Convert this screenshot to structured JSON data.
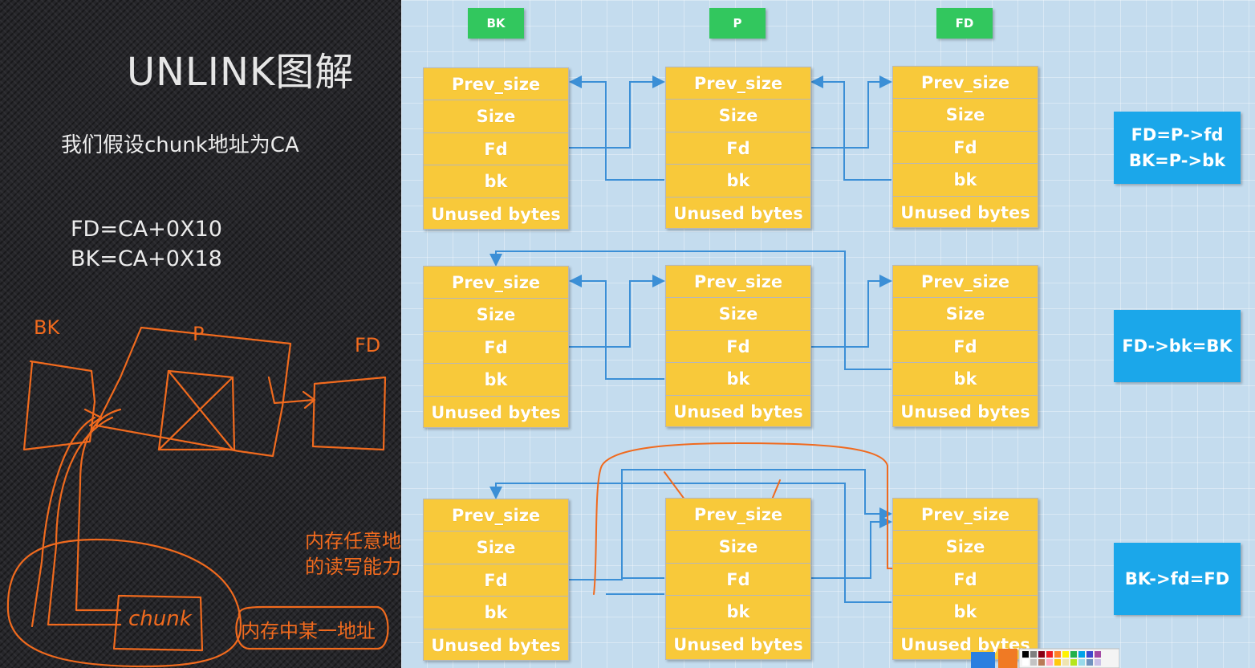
{
  "title": "UNLINK图解",
  "assumption": "我们假设chunk地址为CA",
  "formulas": [
    "FD=CA+0X10",
    "BK=CA+0X18"
  ],
  "hand_labels": {
    "bk": "BK",
    "p": "P",
    "fd": "FD",
    "chunk": "chunk",
    "memory_addr": "内存中某一地址",
    "rw_line1": "内存任意地址",
    "rw_line2": "的读写能力"
  },
  "tags": [
    "BK",
    "P",
    "FD"
  ],
  "chunk_fields": [
    "Prev_size",
    "Size",
    "Fd",
    "bk",
    "Unused bytes"
  ],
  "operations": [
    [
      "FD=P->fd",
      "BK=P->bk"
    ],
    [
      "FD->bk=BK"
    ],
    [
      "BK->fd=FD"
    ]
  ],
  "colors": {
    "chunk_fill": "#f8c93a",
    "tag_fill": "#32c75e",
    "op_fill": "#1ba7ea",
    "arrow": "#3b8fd6",
    "annotation": "#f06a1e"
  }
}
